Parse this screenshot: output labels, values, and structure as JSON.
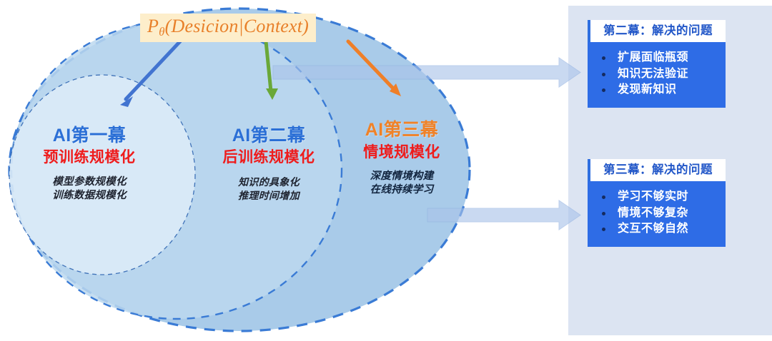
{
  "formula": {
    "p": "P",
    "theta": "θ",
    "body": "(Desicion|Context)",
    "bg_color": "#fdeecb",
    "text_color": "#e8802a"
  },
  "acts": [
    {
      "id": "act1",
      "title": "AI第一幕",
      "title_color": "#2b6fd6",
      "subtitle": "预训练规模化",
      "subtitle_color": "#ef1c1c",
      "details": [
        "模型参数规模化",
        "训练数据规模化"
      ]
    },
    {
      "id": "act2",
      "title": "AI第二幕",
      "title_color": "#2b6fd6",
      "subtitle": "后训练规模化",
      "subtitle_color": "#ef1c1c",
      "details": [
        "知识的具象化",
        "推理时间增加"
      ]
    },
    {
      "id": "act3",
      "title": "AI第三幕",
      "title_color": "#f08228",
      "subtitle": "情境规模化",
      "subtitle_color": "#ef1c1c",
      "details": [
        "深度情境构建",
        "在线持续学习"
      ]
    }
  ],
  "cards": [
    {
      "id": "card-top",
      "header": "第二幕：解决的问题",
      "items": [
        "扩展面临瓶颈",
        "知识无法验证",
        "发现新知识"
      ],
      "header_bg": "#ffffff",
      "header_color": "#2257c8",
      "body_bg": "#2e6ce6",
      "item_color": "#ffffff"
    },
    {
      "id": "card-bottom",
      "header": "第三幕：解决的问题",
      "items": [
        "学习不够实时",
        "情境不够复杂",
        "交互不够自然"
      ],
      "header_bg": "#ffffff",
      "header_color": "#2257c8",
      "body_bg": "#2e6ce6",
      "item_color": "#ffffff"
    }
  ],
  "arrows": {
    "blue_diagonal": "#4274d0",
    "green_diagonal": "#6aa838",
    "orange_diagonal": "#ef7f28",
    "block_arrow": "#a9c3ea"
  },
  "ellipses": {
    "outer_fill": "#a9cbe9",
    "middle_fill": "#bcd8ef",
    "inner_fill": "#dcebf7",
    "dash_color": "#3a7bd5"
  },
  "panel": {
    "right_bg": "#dce4f2"
  }
}
